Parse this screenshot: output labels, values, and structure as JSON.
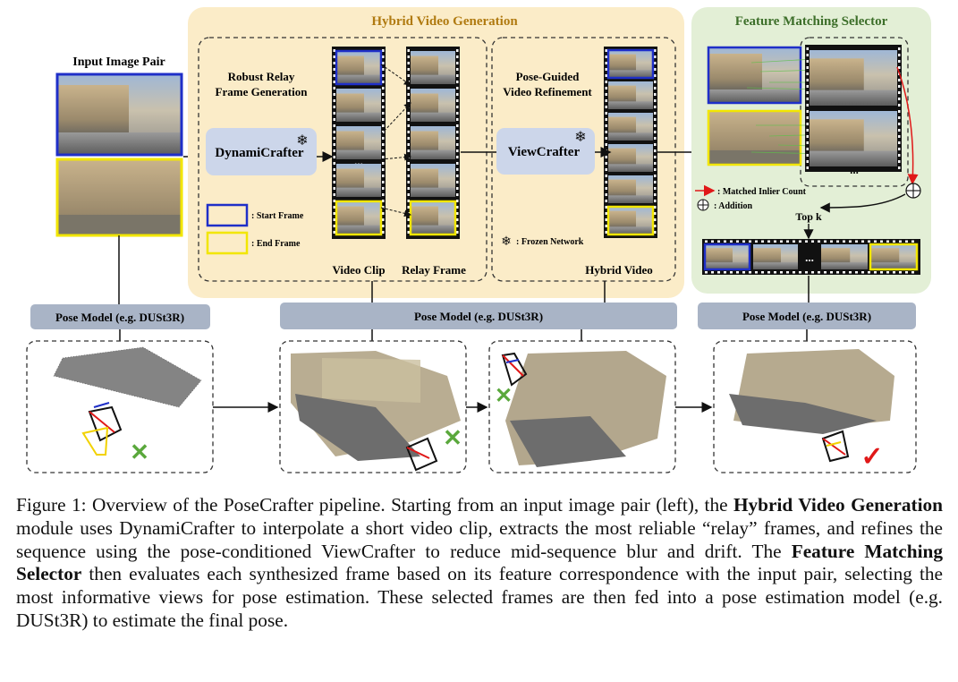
{
  "diagram": {
    "input_pair_title": "Input Image Pair",
    "hybrid": {
      "title": "Hybrid Video Generation",
      "robust_relay_line1": "Robust Relay",
      "robust_relay_line2": "Frame Generation",
      "dynamicrafter": "DynamiCrafter",
      "legend_start": ": Start Frame",
      "legend_end": ": End Frame",
      "video_clip": "Video Clip",
      "relay_frame": "Relay Frame",
      "pose_guided_line1": "Pose-Guided",
      "pose_guided_line2": "Video Refinement",
      "viewcrafter": "ViewCrafter",
      "frozen_network": ": Frozen Network",
      "hybrid_video": "Hybrid Video",
      "ellipsis": "..."
    },
    "fms": {
      "title": "Feature Matching Selector",
      "matched_inlier_count": ": Matched Inlier Count",
      "addition": ": Addition",
      "top_k": "Top k",
      "ellipsis": "..."
    },
    "pose_model_label": "Pose Model (e.g. DUSt3R)",
    "colors": {
      "hybrid_bg": "#fbecc8",
      "fms_bg": "#e3efd6",
      "start_frame": "#1f2fc8",
      "end_frame": "#f2e600",
      "pose_bar": "#a9b4c6",
      "dyn_box": "#ccd6ea",
      "cross": "#5aa83c",
      "check": "#e01818",
      "red_arrow": "#e01818",
      "hybrid_title": "#b07a10",
      "fms_title": "#3d6f2a"
    },
    "icons": [
      "snowflake-icon",
      "plus-circle-icon",
      "cross-icon",
      "check-icon"
    ]
  },
  "caption": {
    "part1": "Figure 1: Overview of the PoseCrafter pipeline. Starting from an input image pair (left), the ",
    "bold1": "Hybrid Video Generation",
    "part2": " module uses DynamiCrafter to interpolate a short video clip, extracts the most reliable “relay” frames, and refines the sequence using the pose-conditioned ViewCrafter to reduce mid-sequence blur and drift. The ",
    "bold2": "Feature Matching Selector",
    "part3": " then evaluates each synthesized frame based on its feature correspondence with the input pair, selecting the most informative views for pose estimation. These selected frames are then fed into a pose estimation model (e.g. DUSt3R) to estimate the final pose."
  }
}
